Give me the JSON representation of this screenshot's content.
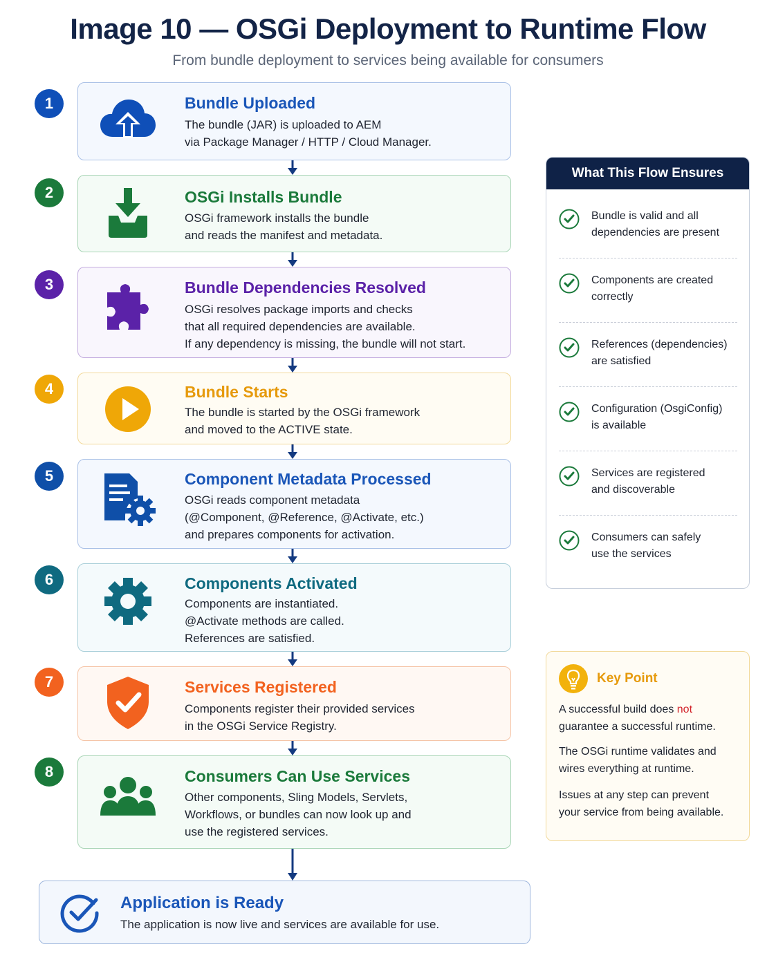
{
  "header": {
    "title": "Image 10 — OSGi Deployment to Runtime Flow",
    "subtitle": "From bundle deployment to services being available for consumers"
  },
  "steps": [
    {
      "number": "1",
      "title": "Bundle Uploaded",
      "icon": "cloud-upload-icon",
      "color": "#0f4fb8",
      "lines": [
        "The bundle (JAR) is uploaded to AEM",
        "via Package Manager / HTTP / Cloud Manager."
      ]
    },
    {
      "number": "2",
      "title": "OSGi Installs Bundle",
      "icon": "download-tray-icon",
      "color": "#1b7a3b",
      "lines": [
        "OSGi framework installs the bundle",
        "and reads the manifest and metadata."
      ]
    },
    {
      "number": "3",
      "title": "Bundle Dependencies Resolved",
      "icon": "puzzle-icon",
      "color": "#5b22a8",
      "lines": [
        "OSGi resolves package imports and checks",
        "that all required dependencies are available.",
        "If any dependency is missing, the bundle will not start."
      ]
    },
    {
      "number": "4",
      "title": "Bundle Starts",
      "icon": "play-icon",
      "color": "#efa707",
      "lines": [
        "The bundle is started by the OSGi framework",
        "and moved to the ACTIVE state."
      ]
    },
    {
      "number": "5",
      "title": "Component Metadata Processed",
      "icon": "document-gear-icon",
      "color": "#0f4fa8",
      "lines": [
        "OSGi reads component metadata",
        "(@Component, @Reference, @Activate, etc.)",
        "and prepares components for activation."
      ]
    },
    {
      "number": "6",
      "title": "Components Activated",
      "icon": "gear-icon",
      "color": "#0f6a80",
      "lines": [
        "Components are instantiated.",
        "@Activate methods are called.",
        "References are satisfied."
      ]
    },
    {
      "number": "7",
      "title": "Services Registered",
      "icon": "shield-check-icon",
      "color": "#f2621f",
      "lines": [
        "Components register their provided services",
        "in the OSGi Service Registry."
      ]
    },
    {
      "number": "8",
      "title": "Consumers Can Use Services",
      "icon": "users-icon",
      "color": "#1b7a3b",
      "lines": [
        "Other components, Sling Models, Servlets,",
        "Workflows, or bundles can now look up and",
        "use the registered services."
      ]
    }
  ],
  "final": {
    "title": "Application is Ready",
    "text": "The application is now live and services are available for use.",
    "icon": "check-circle-icon"
  },
  "ensures": {
    "title": "What This Flow Ensures",
    "items": [
      [
        "Bundle is valid and all",
        "dependencies are present"
      ],
      [
        "Components are created",
        "correctly"
      ],
      [
        "References (dependencies)",
        "are satisfied"
      ],
      [
        "Configuration (OsgiConfig)",
        "is available"
      ],
      [
        "Services are registered",
        "and discoverable"
      ],
      [
        "Consumers can safely",
        "use the services"
      ]
    ]
  },
  "key_point": {
    "title": "Key Point",
    "icon": "lightbulb-icon",
    "p1_before": "A successful build does ",
    "p1_highlight": "not",
    "p1_line2": "guarantee a successful runtime.",
    "p2": [
      "The OSGi runtime validates and",
      "wires everything at runtime."
    ],
    "p3": [
      "Issues at any step can prevent",
      "your service from being available."
    ]
  }
}
